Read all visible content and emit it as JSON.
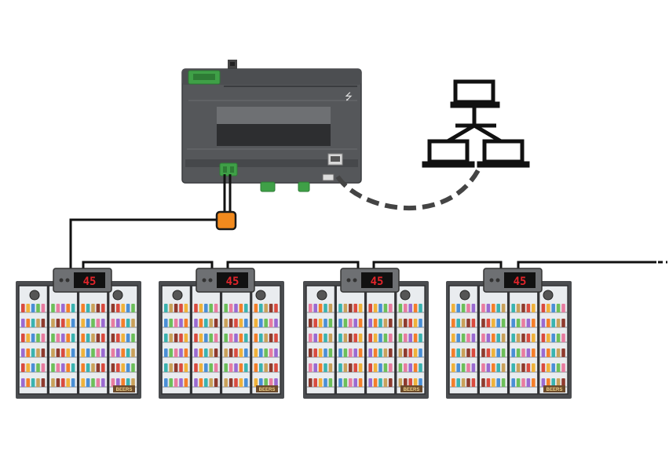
{
  "colors": {
    "controller_body": "#55575a",
    "controller_dark": "#3a3c3f",
    "controller_screen": "#2d2e30",
    "terminal_green": "#3fa047",
    "connector_orange": "#f28a1e",
    "network_black": "#111111",
    "display_digits": "#e0242a",
    "cabinet_frame": "#4a4c4f"
  },
  "icons": {
    "network": "network-topology-icon",
    "usb": "usb-icon",
    "ethernet": "ethernet-port-icon"
  },
  "controller": {
    "name": "plc-controller"
  },
  "fridges": [
    {
      "display_value": "45",
      "price_tag": "BEERS"
    },
    {
      "display_value": "45",
      "price_tag": "BEERS"
    },
    {
      "display_value": "45",
      "price_tag": "BEERS"
    },
    {
      "display_value": "45",
      "price_tag": "BEERS"
    }
  ]
}
